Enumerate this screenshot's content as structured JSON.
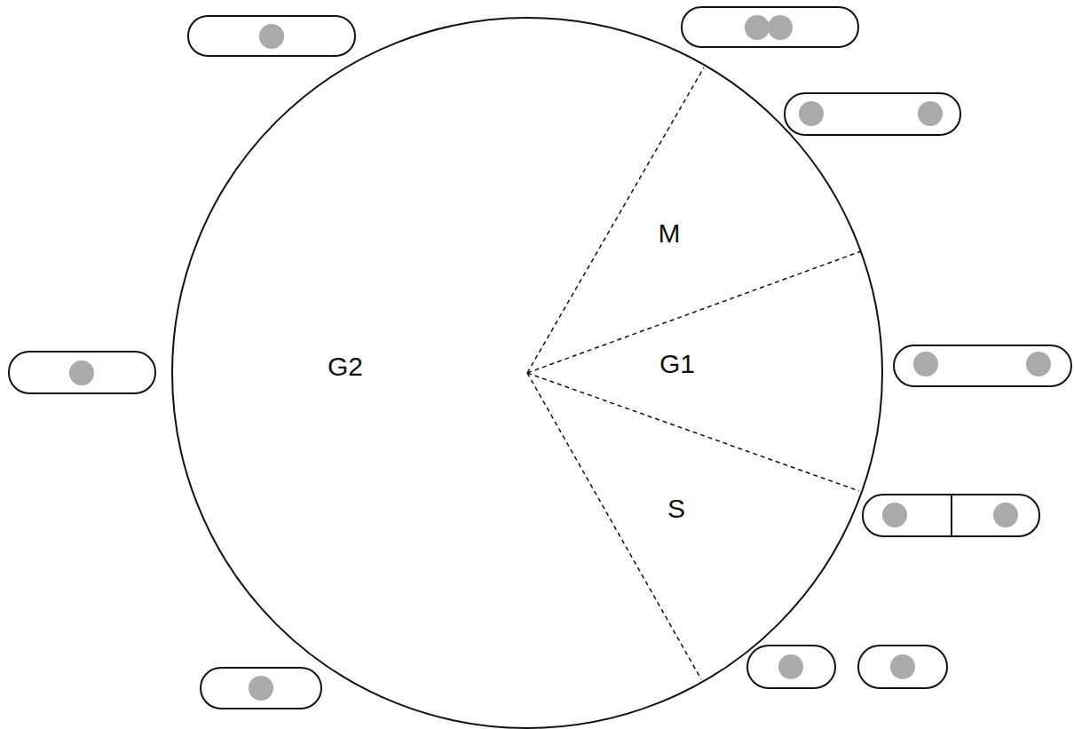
{
  "diagram": {
    "labels": [
      "M",
      "G1",
      "S",
      "G2"
    ]
  }
}
